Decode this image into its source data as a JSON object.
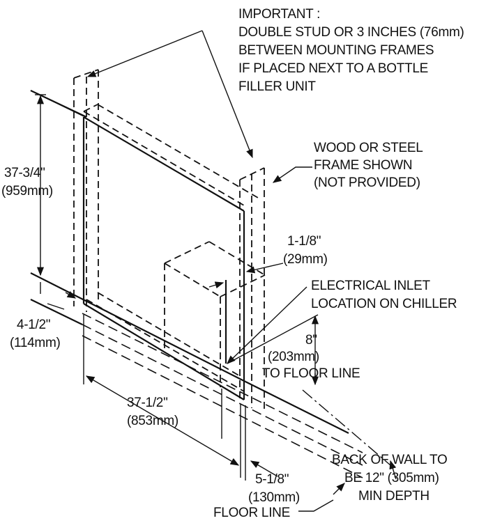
{
  "notes": {
    "important": [
      "IMPORTANT :",
      "DOUBLE STUD OR 3 INCHES (76mm)",
      "BETWEEN MOUNTING FRAMES",
      "IF PLACED NEXT TO A BOTTLE",
      "FILLER UNIT"
    ],
    "frame": [
      "WOOD OR STEEL",
      "FRAME SHOWN",
      "(NOT PROVIDED)"
    ],
    "electrical": [
      "ELECTRICAL INLET",
      "LOCATION ON CHILLER"
    ],
    "back_wall": [
      "BACK OF WALL TO",
      "BE 12\" (305mm)",
      "MIN DEPTH"
    ],
    "floor_line": "FLOOR LINE",
    "to_floor_line": "TO FLOOR LINE"
  },
  "dimensions": {
    "height": {
      "imperial": "37-3/4\"",
      "metric": "(959mm)"
    },
    "bottom_gap": {
      "imperial": "4-1/2\"",
      "metric": "(114mm)"
    },
    "width": {
      "imperial": "37-1/2\"",
      "metric": "(853mm)"
    },
    "stud_depth": {
      "imperial": "5-1/8\"",
      "metric": "(130mm)"
    },
    "inlet_offset": {
      "imperial": "1-1/8\"",
      "metric": "(29mm)"
    },
    "inlet_height": {
      "imperial": "8\"",
      "metric": "(203mm)"
    }
  }
}
